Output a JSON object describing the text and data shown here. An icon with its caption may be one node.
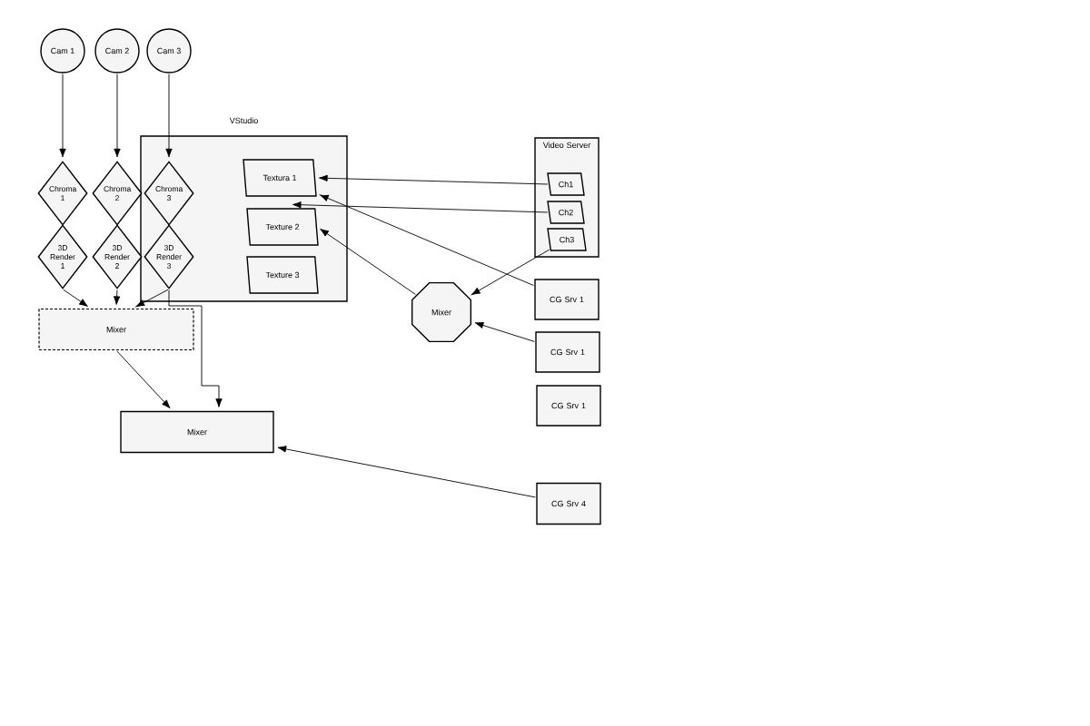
{
  "diagram": {
    "nodes": [
      {
        "text": [
          "Cam 1"
        ]
      },
      {
        "text": [
          "Cam 2"
        ]
      },
      {
        "text": [
          "Cam 3"
        ]
      },
      {
        "text": [
          "VStudio"
        ]
      },
      {
        "text": [
          "Chroma 1"
        ]
      },
      {
        "text": [
          "Chroma 2"
        ]
      },
      {
        "text": [
          "Chroma 3"
        ],
        "in": 3
      },
      {
        "text": [
          "Textura 1"
        ],
        "in": 3
      },
      {
        "text": [
          "Video Server"
        ]
      },
      {
        "text": [
          "Ch1"
        ],
        "in": 8
      },
      {
        "text": [
          "Texture 2"
        ],
        "in": 3
      },
      {
        "text": [
          "Ch2"
        ],
        "in": 8
      },
      {
        "text": [
          "3D Render 1"
        ]
      },
      {
        "text": [
          "3D Render 2"
        ]
      },
      {
        "text": [
          "3D Render 3"
        ],
        "in": 3
      },
      {
        "text": [
          "Ch3"
        ],
        "in": 8
      },
      {
        "text": [
          "Texture 3"
        ],
        "in": 3
      },
      {
        "text": [
          "Mixer"
        ]
      },
      {
        "text": [
          "CG Srv 1"
        ]
      },
      {
        "text": [
          "Mixer"
        ]
      },
      {
        "text": [
          "CG Srv 1"
        ]
      },
      {
        "text": [
          "CG Srv 1"
        ]
      },
      {
        "text": [
          "Mixer"
        ]
      },
      {
        "text": [
          "CG Srv 4"
        ]
      }
    ],
    "edges": [
      {
        "from": 0,
        "to": 4,
        "arrow": "to"
      },
      {
        "from": 1,
        "to": 5,
        "arrow": "to"
      },
      {
        "from": 2,
        "to": 6,
        "arrow": "to"
      },
      {
        "from": 12,
        "to": 19,
        "arrow": "to"
      },
      {
        "from": 13,
        "to": 19,
        "arrow": "to"
      },
      {
        "from": 14,
        "to": 19,
        "arrow": "to"
      },
      {
        "from": 19,
        "to": 22,
        "arrow": "to"
      },
      {
        "from": 14,
        "to": 22,
        "arrow": "to"
      },
      {
        "from": 9,
        "to": 7,
        "arrow": "to"
      },
      {
        "from": 11,
        "to": 10,
        "arrow": "to"
      },
      {
        "from": 18,
        "to": 7,
        "arrow": "to"
      },
      {
        "from": 15,
        "to": 17,
        "arrow": "to"
      },
      {
        "from": 17,
        "to": 10,
        "arrow": "to"
      },
      {
        "from": 20,
        "to": 17,
        "arrow": "to"
      },
      {
        "from": 23,
        "to": 22,
        "arrow": "to"
      }
    ]
  }
}
